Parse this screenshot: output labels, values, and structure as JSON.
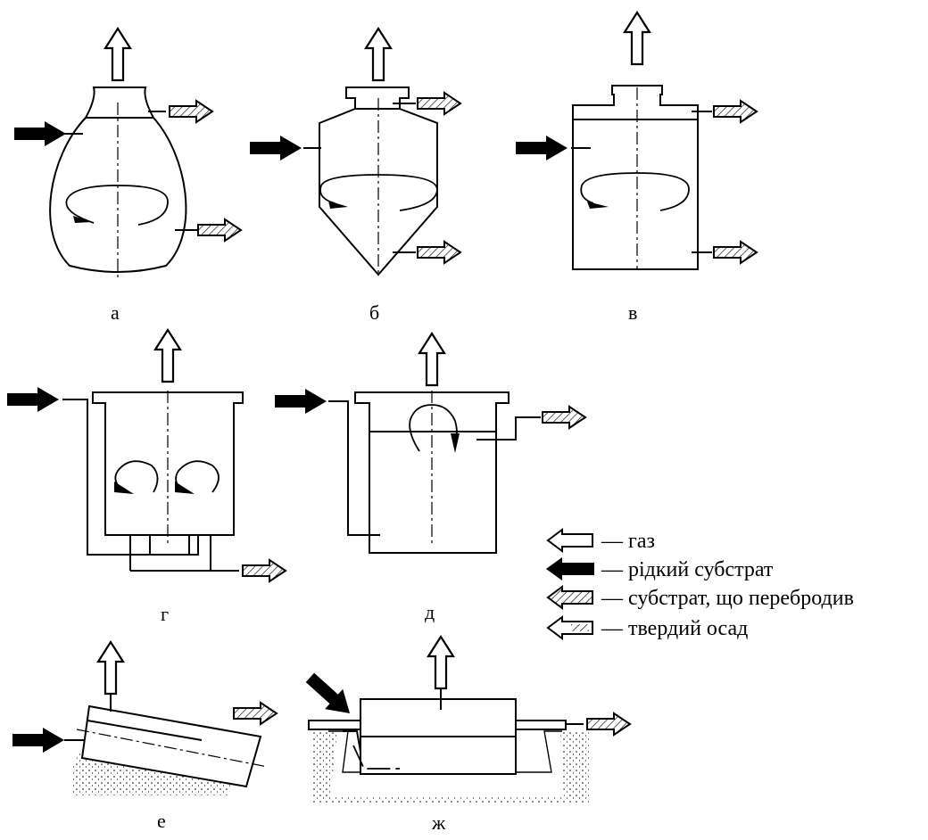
{
  "labels": {
    "a": "а",
    "b": "б",
    "v": "в",
    "g": "г",
    "d": "д",
    "e": "е",
    "zh": "ж"
  },
  "legend": {
    "gas": "— газ",
    "liquid_substrate": "— рідкий субстрат",
    "fermented_substrate": "— субстрат, що перебродив",
    "solid_sediment": "— твердий осад"
  },
  "colors": {
    "ink": "#000000",
    "paper": "#ffffff"
  }
}
